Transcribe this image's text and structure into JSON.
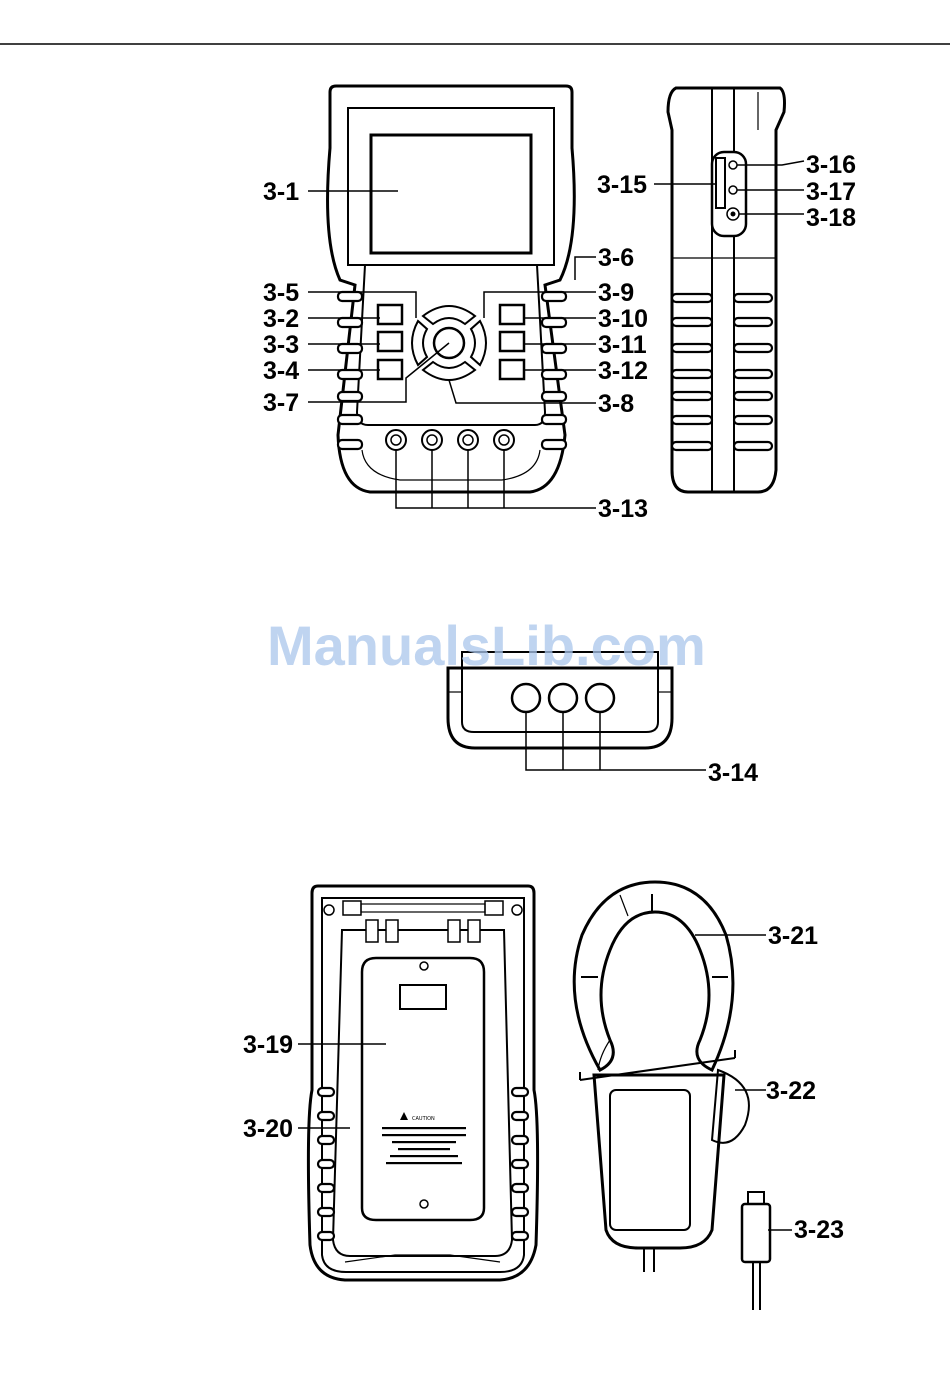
{
  "watermark": "ManualsLib.com",
  "front_view": {
    "labels": {
      "l3_1": "3-1",
      "l3_2": "3-2",
      "l3_3": "3-3",
      "l3_4": "3-4",
      "l3_5": "3-5",
      "l3_6": "3-6",
      "l3_7": "3-7",
      "l3_8": "3-8",
      "l3_9": "3-9",
      "l3_10": "3-10",
      "l3_11": "3-11",
      "l3_12": "3-12",
      "l3_13": "3-13"
    }
  },
  "side_view": {
    "labels": {
      "l3_15": "3-15",
      "l3_16": "3-16",
      "l3_17": "3-17",
      "l3_18": "3-18"
    }
  },
  "top_view": {
    "labels": {
      "l3_14": "3-14"
    }
  },
  "back_view": {
    "labels": {
      "l3_19": "3-19",
      "l3_20": "3-20"
    },
    "caution_label": "CAUTION"
  },
  "clamp_probe": {
    "labels": {
      "l3_21": "3-21",
      "l3_22": "3-22",
      "l3_23": "3-23"
    }
  }
}
